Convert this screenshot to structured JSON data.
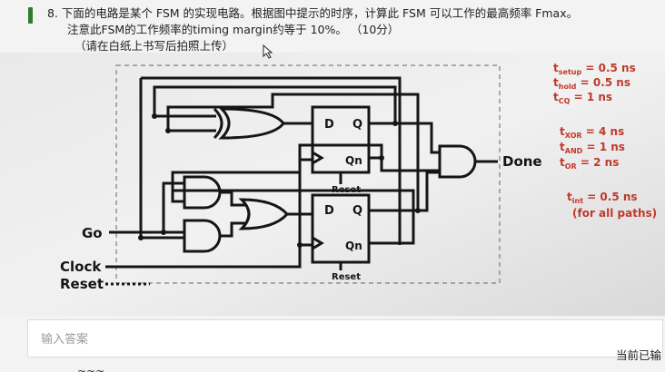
{
  "question": {
    "number": "8.",
    "line1": "下面的电路是某个 FSM 的实现电路。根据图中提示的时序，计算此 FSM 可以工作的最高频率 Fmax。",
    "line2": "注意此FSM的工作频率的timing margin约等于 10%。 （10分）",
    "line3": "（请在白纸上书写后拍照上传）"
  },
  "diagram": {
    "inputs": {
      "go": "Go",
      "clock": "Clock",
      "reset": "Reset"
    },
    "output": "Done",
    "ff1": {
      "d": "D",
      "q": "Q",
      "qn": "Qn",
      "reset": "Reset"
    },
    "ff2": {
      "d": "D",
      "q": "Q",
      "qn": "Qn",
      "reset": "Reset"
    },
    "timing": {
      "t_setup": "= 0.5 ns",
      "t_hold": "= 0.5 ns",
      "t_co": "= 1 ns",
      "t_xor": "= 4 ns",
      "t_and": "= 1 ns",
      "t_or": "= 2 ns",
      "t_int": "= 0.5 ns",
      "note": "(for all paths)"
    }
  },
  "answer": {
    "placeholder": "输入答案"
  },
  "status": {
    "text": "当前已输"
  },
  "footer_cut": {
    "text": "~~~"
  }
}
